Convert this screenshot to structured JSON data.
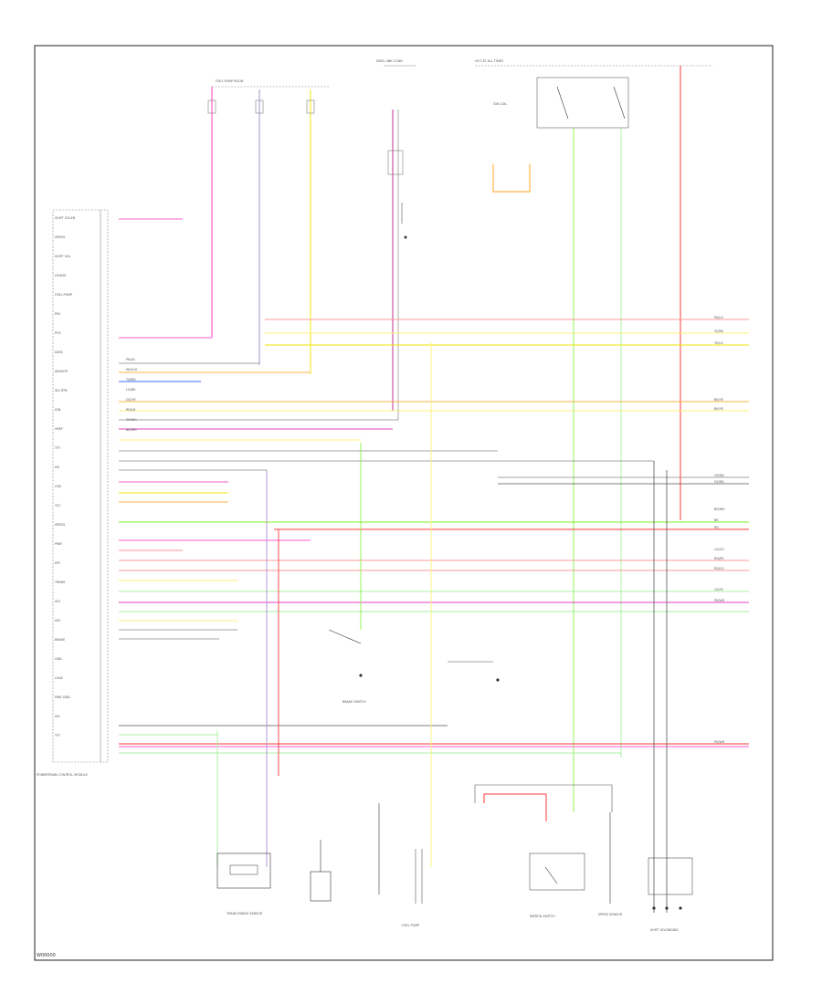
{
  "footer_code": "W00000",
  "colors": {
    "border": "#222222",
    "pink": "#ff5fd2",
    "magenta": "#e040c0",
    "red": "#ff3a3a",
    "salmon": "#ff9a9a",
    "orange": "#ffb347",
    "yellow": "#f2e600",
    "light_yellow": "#fff27a",
    "green": "#7cf02a",
    "light_green": "#a8f0a0",
    "gray": "#888888",
    "dark_gray": "#555555",
    "blue": "#3c6cff"
  },
  "left_terminals": [
    {
      "name": "SHIFT SOLEN"
    },
    {
      "name": "SPEED"
    },
    {
      "name": "SHIFT SOL"
    },
    {
      "name": "CRUISE"
    },
    {
      "name": "FUEL PUMP"
    },
    {
      "name": "P/N"
    },
    {
      "name": "PCS"
    },
    {
      "name": "DATA"
    },
    {
      "name": "SENSOR"
    },
    {
      "name": "SIG RTN"
    },
    {
      "name": "IGN"
    },
    {
      "name": "VREF"
    },
    {
      "name": "TFT"
    },
    {
      "name": "ISS"
    },
    {
      "name": "OSS"
    },
    {
      "name": "TCC"
    },
    {
      "name": "SPEED"
    },
    {
      "name": "PWR"
    },
    {
      "name": "EPC"
    },
    {
      "name": "TRANS"
    },
    {
      "name": "SS1"
    },
    {
      "name": "SS2"
    },
    {
      "name": "BRAKE"
    },
    {
      "name": "GND"
    },
    {
      "name": "CASE"
    },
    {
      "name": "PWR GND"
    },
    {
      "name": "SIG"
    },
    {
      "name": "TFT"
    }
  ],
  "module_label": "POWERTRAIN CONTROL MODULE",
  "wire_codes": [
    "PK/LB",
    "WH/OG",
    "TN/RD",
    "LG/BK",
    "DG/YE",
    "RD/LB",
    "GY/WH",
    "BK/WH"
  ],
  "right_labels": [
    "PK/LG",
    "YE/BK",
    "YE/LG",
    "BK/YE",
    "BK/YE",
    "GY/RD",
    "GY/RD",
    "BK/WH",
    "BK",
    "RD",
    "LG/OG",
    "RD/PK",
    "RD/LG",
    "LG/YE",
    "PK/WH",
    "PK/WH"
  ],
  "top_labels": [
    "FUEL PUMP RELAY",
    "HOT AT ALL TIMES",
    "IGN COIL"
  ],
  "components": [
    "DATA LINK CONN",
    "TRANS RANGE SENSOR",
    "BRAKE SWITCH",
    "FUEL PUMP",
    "INERTIA SWITCH",
    "SPEED SENSOR",
    "SHIFT SOLENOIDS"
  ]
}
